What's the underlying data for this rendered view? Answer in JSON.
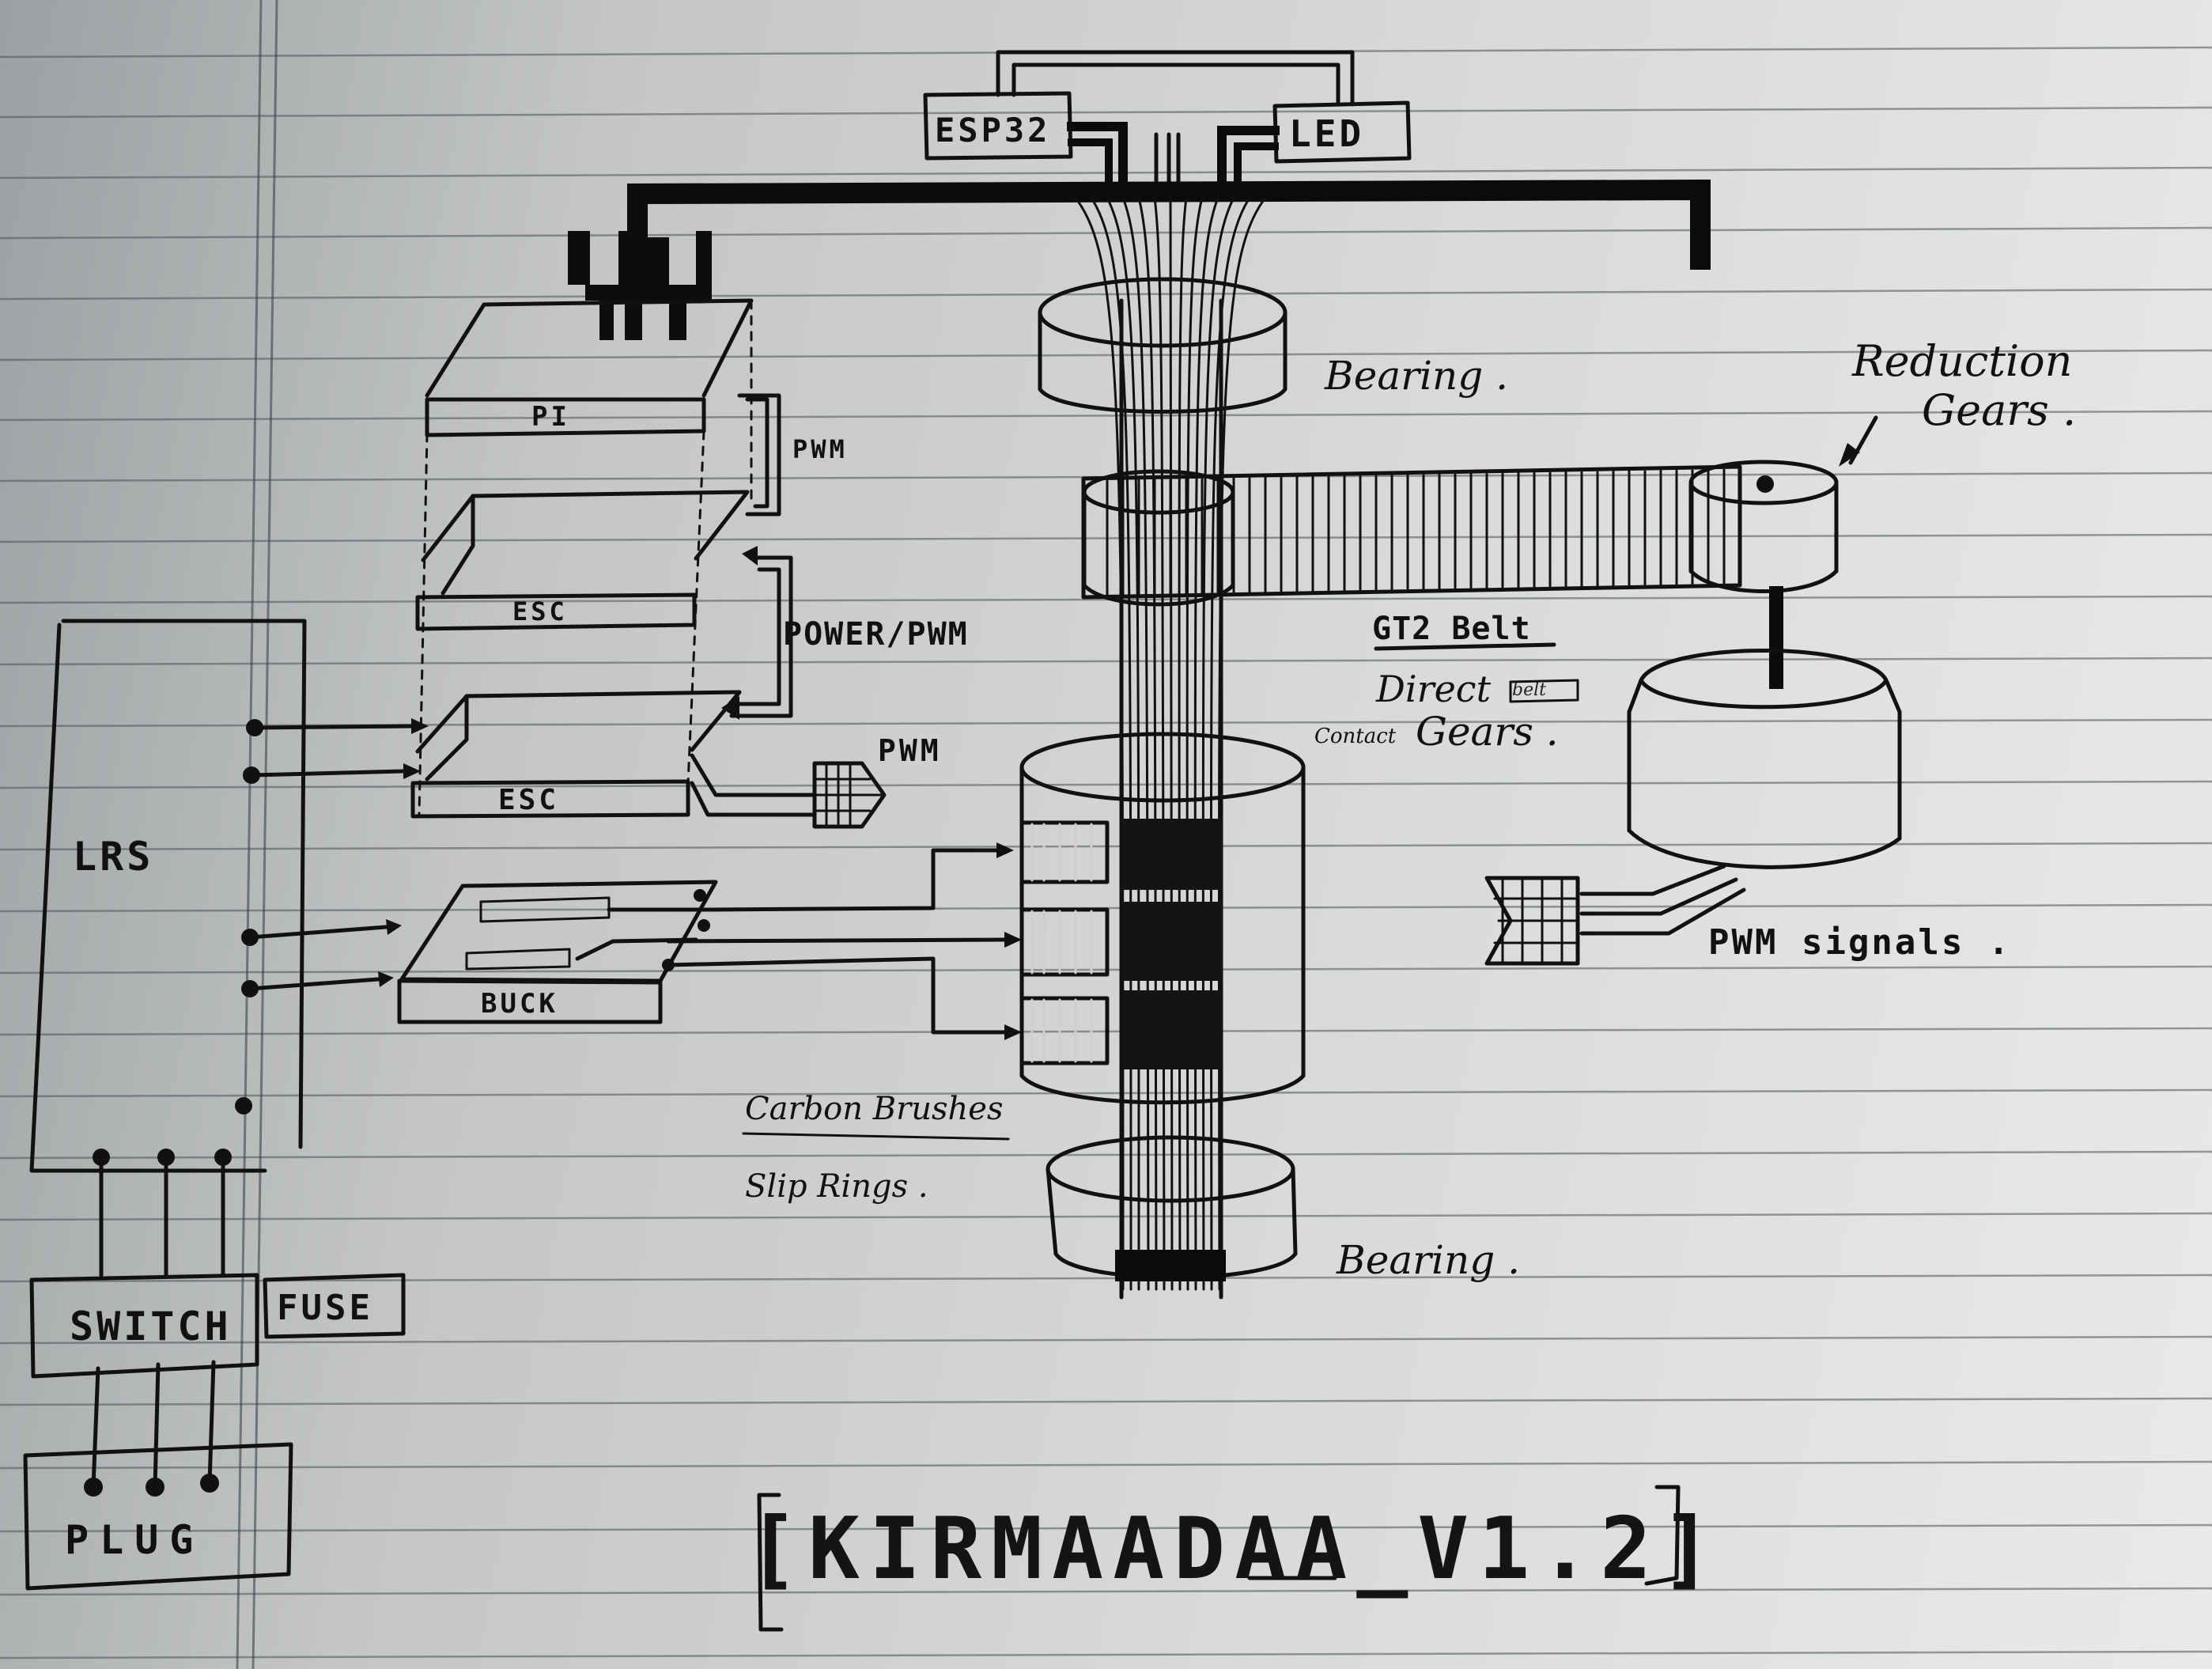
{
  "diagram": {
    "nodes": {
      "esp32": "ESP32",
      "led": "LED",
      "pi": "PI",
      "esc_top": "ESC",
      "esc_bottom": "ESC",
      "buck": "BUCK",
      "lrs": "LRS",
      "switch": "SWITCH",
      "fuse": "FUSE",
      "plug": "PLUG"
    },
    "annotations": {
      "pwm_pi": "PWM",
      "power_pwm": "POWER/PWM",
      "pwm_esc": "PWM",
      "bearing_top": "Bearing .",
      "reduction_gears_1": "Reduction",
      "reduction_gears_2": "Gears .",
      "gt2_belt": "GT2 Belt",
      "direct_line": "Direct",
      "direct_struck": "belt",
      "direct_gears_prefix": "Contact",
      "direct_gears": "Gears .",
      "pwm_signals": "PWM signals .",
      "carbon_brushes": "Carbon Brushes",
      "slip_rings": "Slip Rings .",
      "bearing_bottom": "Bearing ."
    },
    "title": "[KIRMAADAA_V1.2]"
  }
}
